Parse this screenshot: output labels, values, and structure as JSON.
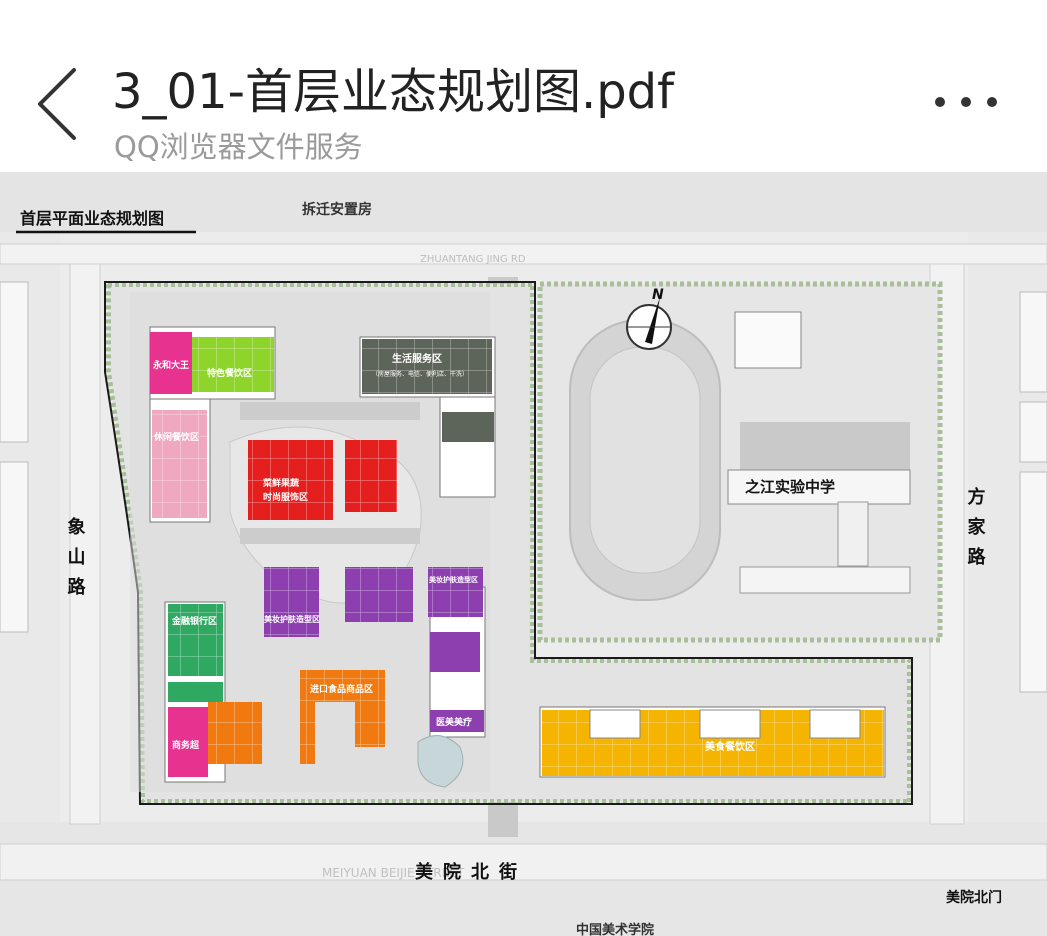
{
  "header": {
    "back_label": "",
    "title": "3_01-首层业态规划图.pdf",
    "subtitle": "QQ浏览器文件服务"
  },
  "plan": {
    "heading": "首层平面业态规划图",
    "relocation_housing": "拆迁安置房",
    "north_label": "N",
    "road_west": "象山路",
    "road_east": "方家路",
    "road_south": "美院北街",
    "road_north_faint": "ZHUANTANG JING RD",
    "road_south_faint": "MEIYUAN BEIJIE STREET",
    "south_gate": "美院北门",
    "academy": "中国美术学院",
    "school": "之江实验中学",
    "zones": {
      "yonghe": "永和大王",
      "specialty_dining": "特色餐饮区",
      "leisure_dining": "休闲餐饮区",
      "life_service": "生活服务区",
      "life_service_detail": "（房屋服务、电信、便利店、干洗）",
      "market": "菜鲜果蔬",
      "market_detail": "时尚服饰区",
      "finance": "金融银行区",
      "supermarket": "商务超",
      "beauty_west": "美妆护肤造型区",
      "beauty_east": "美妆护肤造型区",
      "medical_beauty": "医美美疗",
      "import_goods": "进口食品商品区",
      "food_court": "美食餐饮区"
    },
    "colors": {
      "pink": "#e8328f",
      "light_pink": "#f0a8c0",
      "lime": "#8fd42a",
      "dark_gray": "#5d6459",
      "red": "#e51e1e",
      "purple": "#8d3fb0",
      "green": "#2fa862",
      "orange": "#f07a10",
      "yellow": "#f5b400"
    }
  }
}
